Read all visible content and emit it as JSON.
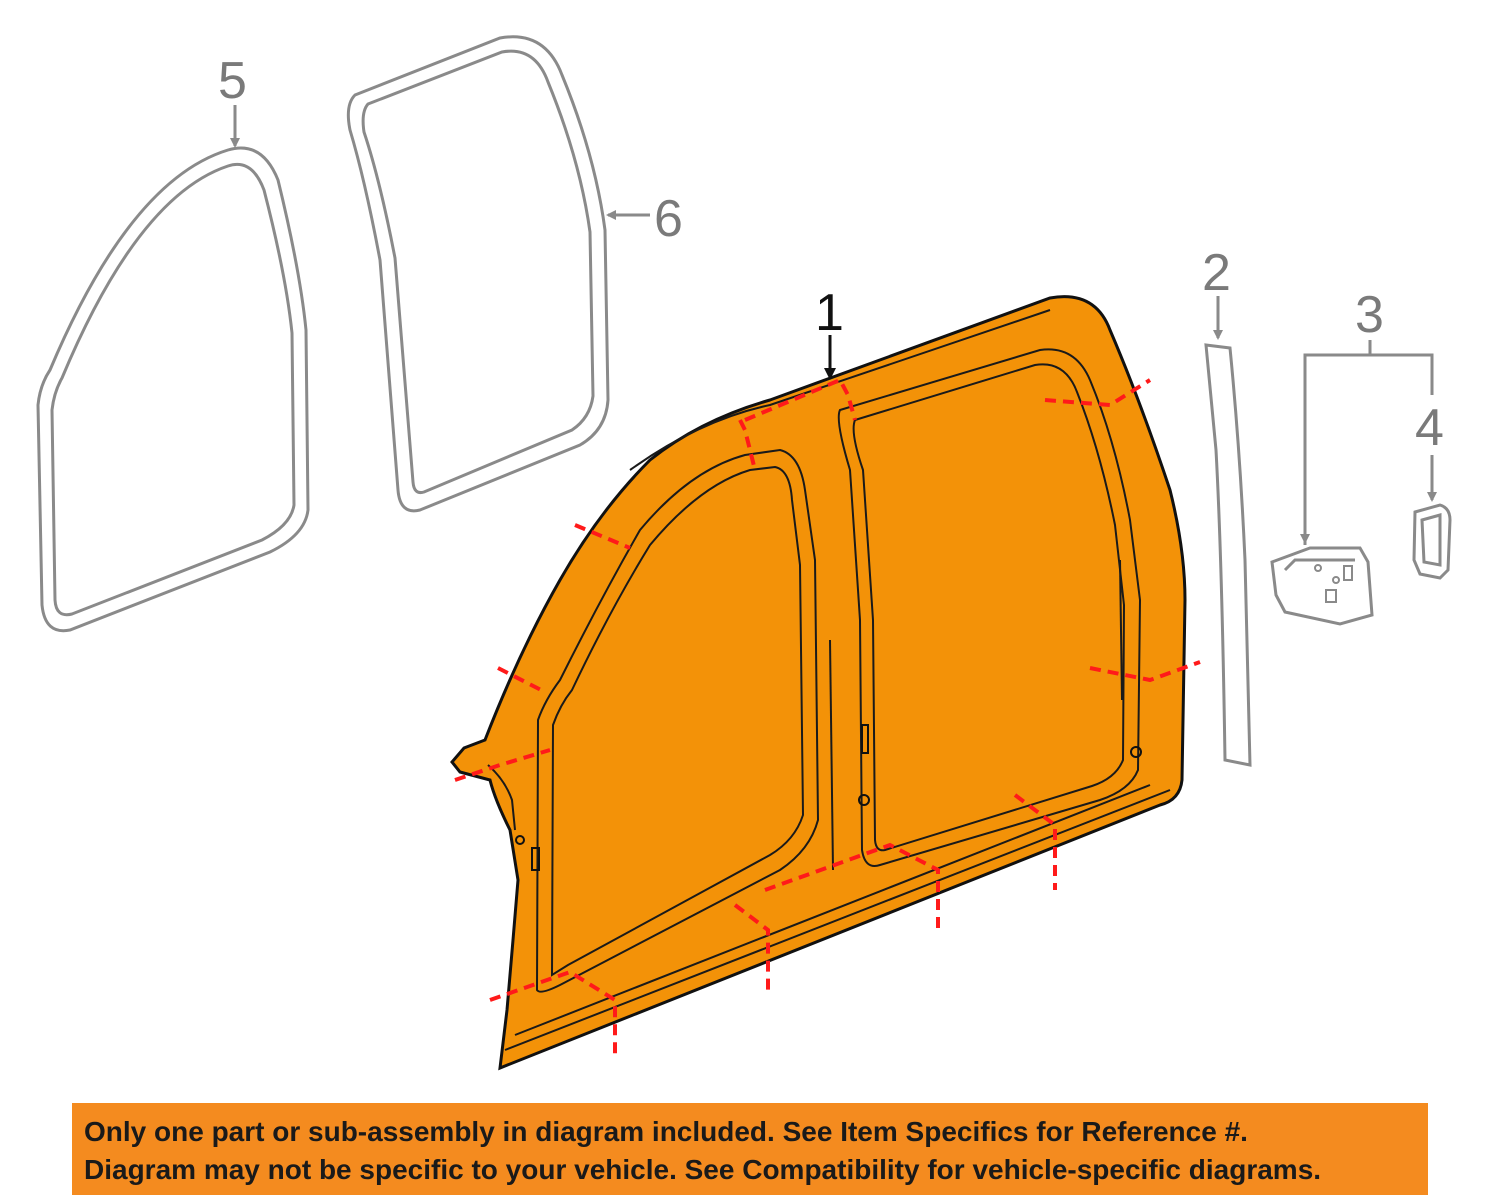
{
  "diagram": {
    "accent_color": "#f48b1f",
    "highlight_fill": "#f39208",
    "cut_line_color": "#ff1a1a",
    "callouts": {
      "item_1": "1",
      "item_2": "2",
      "item_3": "3",
      "item_4": "4",
      "item_5": "5",
      "item_6": "6"
    },
    "parts": [
      "weatherstrip-front",
      "weatherstrip-rear",
      "side-panel-aperture",
      "pillar-trim-strip",
      "bracket",
      "clip"
    ]
  },
  "notice": {
    "line1": "Only one part or sub-assembly in diagram included. See Item Specifics for Reference #.",
    "line2": "Diagram may not be specific to your vehicle. See Compatibility for vehicle-specific diagrams."
  }
}
